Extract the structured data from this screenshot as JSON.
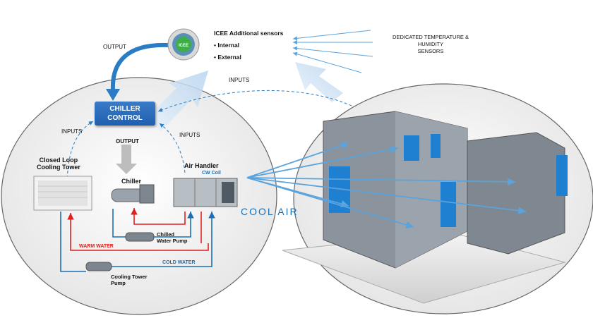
{
  "labels": {
    "output_top": "OUTPUT",
    "inputs_top": "INPUTS",
    "inputs_left": "INPUTS",
    "output_mid": "OUTPUT",
    "inputs_right": "INPUTS",
    "chiller_control_line1": "CHILLER",
    "chiller_control_line2": "CONTROL",
    "icee_logo": "ICEE",
    "sensors_title": "ICEE Additional sensors",
    "sensor_internal": "Internal",
    "sensor_external": "External",
    "dedicated_line1": "DEDICATED TEMPERATURE &",
    "dedicated_line2": "HUMIDITY",
    "dedicated_line3": "SENSORS",
    "cool_air": "COOL AIR",
    "closed_loop_line1": "Closed Loop",
    "closed_loop_line2": "Cooling Tower",
    "chiller": "Chiller",
    "air_handler": "Air Handler",
    "cw_coil": "CW Coil",
    "chilled_pump_line1": "Chilled",
    "chilled_pump_line2": "Water Pump",
    "warm_water": "WARM WATER",
    "cold_water": "COLD WATER",
    "tower_pump_line1": "Cooling Tower",
    "tower_pump_line2": "Pump"
  },
  "colors": {
    "control_blue": "#1f5fae",
    "warm_water": "#e02020",
    "cold_water": "#1a6fb5",
    "arrow_light": "#bcd7ef"
  }
}
